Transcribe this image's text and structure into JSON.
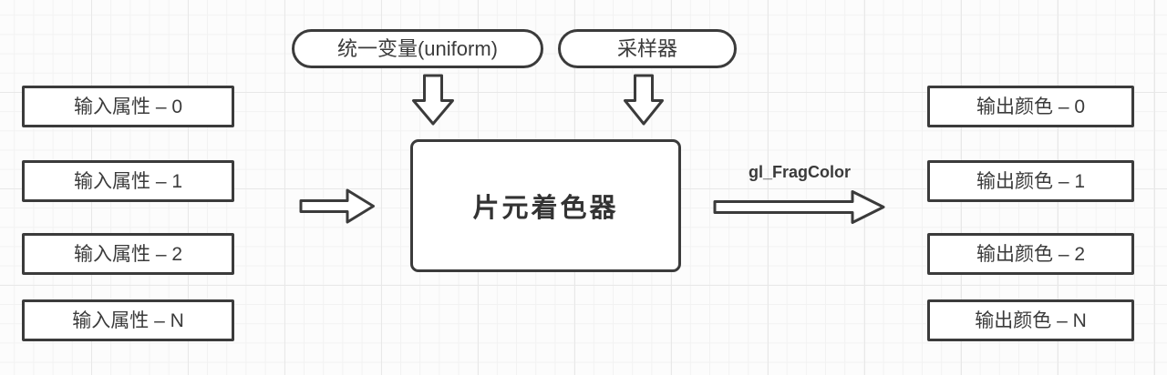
{
  "diagram": {
    "title_implicit": "片元着色器数据流图",
    "pills": [
      {
        "label": "统一变量(uniform)"
      },
      {
        "label": "采样器"
      }
    ],
    "inputs": [
      {
        "label": "输入属性 – 0"
      },
      {
        "label": "输入属性 – 1"
      },
      {
        "label": "输入属性 – 2"
      },
      {
        "label": "输入属性 – N"
      }
    ],
    "center": {
      "label": "片元着色器"
    },
    "flow": {
      "label": "gl_FragColor"
    },
    "outputs": [
      {
        "label": "输出颜色 – 0"
      },
      {
        "label": "输出颜色 – 1"
      },
      {
        "label": "输出颜色 – 2"
      },
      {
        "label": "输出颜色 – N"
      }
    ],
    "icons": [
      "arrow-down-icon",
      "arrow-down-icon",
      "arrow-right-icon",
      "arrow-right-icon"
    ],
    "colors": {
      "stroke": "#3b3b3b",
      "text": "#3b3b3b",
      "shape_fill": "#ffffff",
      "canvas_bg": "#fcfcfc",
      "grid_minor": "#f2f2f2",
      "grid_major": "#e8e8e8"
    }
  }
}
